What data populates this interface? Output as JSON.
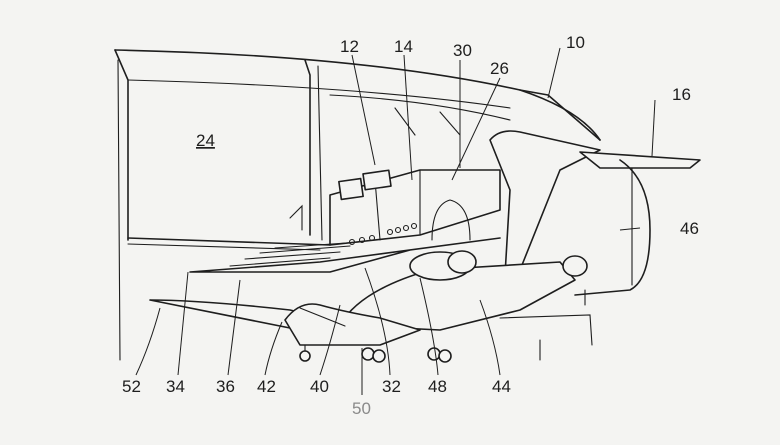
{
  "labels": {
    "l10": "10",
    "l12": "12",
    "l14": "14",
    "l30": "30",
    "l26": "26",
    "l16": "16",
    "l24": "24",
    "l46": "46",
    "l52": "52",
    "l34": "34",
    "l36": "36",
    "l42": "42",
    "l40": "40",
    "l32": "32",
    "l48": "48",
    "l44": "44",
    "l50": "50"
  },
  "colors": {
    "ink": "#1e1e1e",
    "paper": "#f4f4f2",
    "faded_label": "#8a8a8a"
  }
}
